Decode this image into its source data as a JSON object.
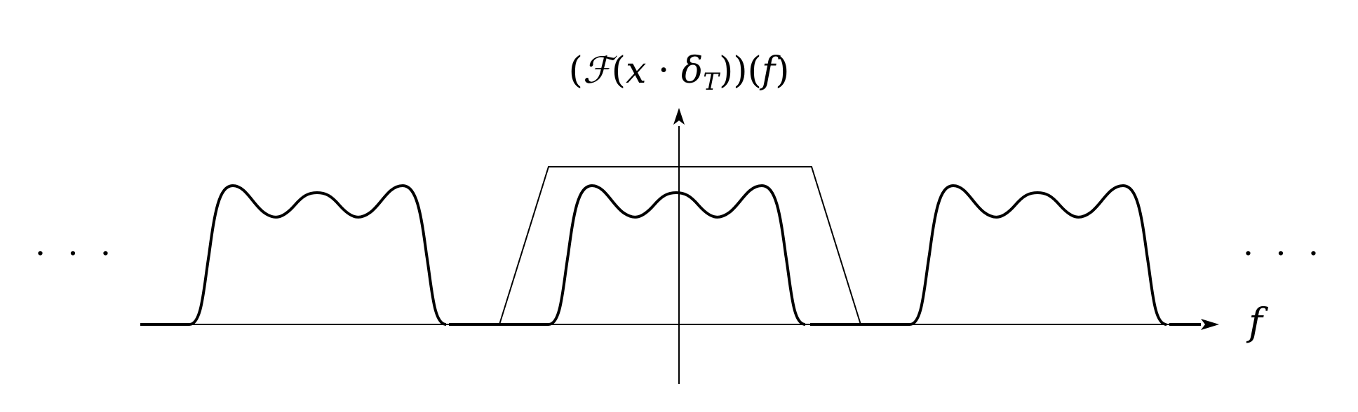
{
  "diagram": {
    "axis_title": {
      "open1": "(",
      "F": "ℱ",
      "open2": "(",
      "x": "x",
      "dot": " · ",
      "delta": "δ",
      "T": "T",
      "close1": "))",
      "open3": "(",
      "f": "f",
      "close3": ")"
    },
    "x_axis_label": "f",
    "left_ellipsis": "· · ·",
    "right_ellipsis": "· · ·",
    "spectrum_copies": 3,
    "filter_shape": "trapezoid",
    "colors": {
      "stroke": "#000000",
      "background": "#ffffff"
    }
  }
}
